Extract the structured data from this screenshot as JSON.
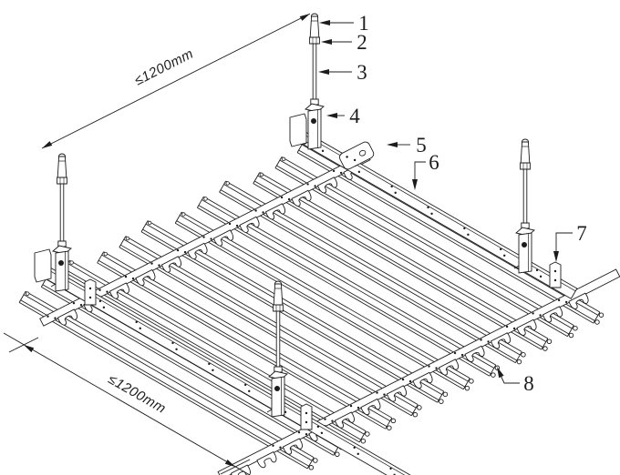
{
  "canvas": {
    "background": "#ffffff",
    "line_color": "#1c1c1c"
  },
  "callouts": [
    {
      "num": "1",
      "part": "expansion-bolt-head"
    },
    {
      "num": "2",
      "part": "hex-nut"
    },
    {
      "num": "3",
      "part": "hanger-rod"
    },
    {
      "num": "4",
      "part": "hanger-clip"
    },
    {
      "num": "5",
      "part": "carrier-connect-clip"
    },
    {
      "num": "6",
      "part": "main-carrier"
    },
    {
      "num": "7",
      "part": "carrier-splice-connector"
    },
    {
      "num": "8",
      "part": "u-baffle-panel"
    }
  ],
  "dimensions": {
    "top_left": "≤1200mm",
    "bottom_left": "≤1200mm"
  },
  "structure": {
    "hangers": 4,
    "main_carriers": 2,
    "toothed_carriers": 2,
    "panels": 12
  }
}
